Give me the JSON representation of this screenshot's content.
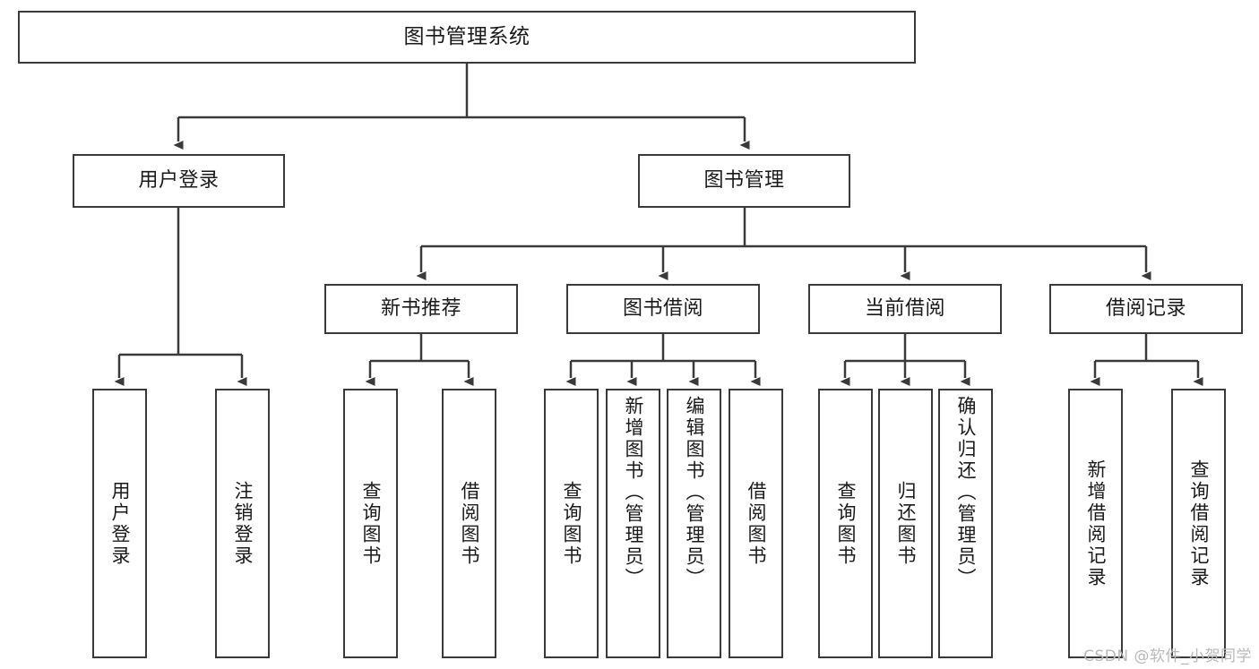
{
  "diagram": {
    "title": "图书管理系统",
    "type": "tree",
    "orientation": "top-down",
    "line_color": "#3a3a3a",
    "box_fill": "#ffffff",
    "text_color": "#1a1a1a"
  },
  "nodes": {
    "root": {
      "label": "图书管理系统",
      "level": 1
    },
    "l2": [
      {
        "id": "user-login",
        "label": "用户登录",
        "level": 2
      },
      {
        "id": "book-manage",
        "label": "图书管理",
        "level": 2
      }
    ],
    "l3": [
      {
        "id": "new-book-recommend",
        "label": "新书推荐",
        "level": 3
      },
      {
        "id": "book-borrow",
        "label": "图书借阅",
        "level": 3
      },
      {
        "id": "current-borrow",
        "label": "当前借阅",
        "level": 3
      },
      {
        "id": "borrow-record",
        "label": "借阅记录",
        "level": 3
      }
    ],
    "leaves": [
      {
        "id": "leaf-user-login",
        "label": "用户登录",
        "parent": "user-login"
      },
      {
        "id": "leaf-logout",
        "label": "注销登录",
        "parent": "user-login"
      },
      {
        "id": "leaf-query-book-1",
        "label": "查询图书",
        "parent": "new-book-recommend"
      },
      {
        "id": "leaf-borrow-book-1",
        "label": "借阅图书",
        "parent": "new-book-recommend"
      },
      {
        "id": "leaf-query-book-2",
        "label": "查询图书",
        "parent": "book-borrow"
      },
      {
        "id": "leaf-add-book",
        "label": "新增图书（管理员）",
        "parent": "book-borrow"
      },
      {
        "id": "leaf-edit-book",
        "label": "编辑图书（管理员）",
        "parent": "book-borrow"
      },
      {
        "id": "leaf-borrow-book-2",
        "label": "借阅图书",
        "parent": "book-borrow"
      },
      {
        "id": "leaf-query-book-3",
        "label": "查询图书",
        "parent": "current-borrow"
      },
      {
        "id": "leaf-return-book",
        "label": "归还图书",
        "parent": "current-borrow"
      },
      {
        "id": "leaf-confirm-return",
        "label": "确认归还（管理员）",
        "parent": "current-borrow"
      },
      {
        "id": "leaf-add-record",
        "label": "新增借阅记录",
        "parent": "borrow-record"
      },
      {
        "id": "leaf-query-record",
        "label": "查询借阅记录",
        "parent": "borrow-record"
      }
    ]
  },
  "watermark": {
    "text": "CSDN @软件_小贺同学"
  }
}
